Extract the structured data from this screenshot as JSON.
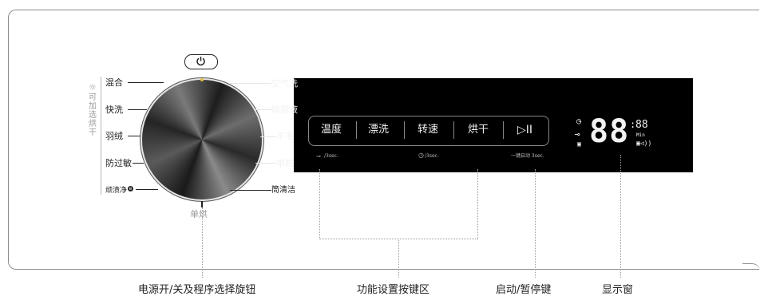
{
  "programs_left": [
    "混合",
    "快洗",
    "羽绒",
    "防过敏",
    "顽渍净"
  ],
  "programs_right": [
    "空气洗",
    "除菌液",
    "羊毛",
    "单脱",
    "筒清洁"
  ],
  "dry_options_label": "可加选烘干",
  "bottom_program": "单烘",
  "buttons": [
    "温度",
    "漂洗",
    "转速",
    "烘干"
  ],
  "play_pause_symbol": "▷II",
  "button_hints": {
    "lock": "/3sec.",
    "timer": "/3sec.",
    "one_key_start": "一键启动 3sec."
  },
  "display": {
    "big_digits": "88",
    "small_digits": "88",
    "unit": "Min"
  },
  "captions": [
    "电源开/关及程序选择旋钮",
    "功能设置按键区",
    "启动/暂停键",
    "显示窗"
  ],
  "colors": {
    "panel_bg": "#000000",
    "accent_dot": "#e8c040"
  }
}
